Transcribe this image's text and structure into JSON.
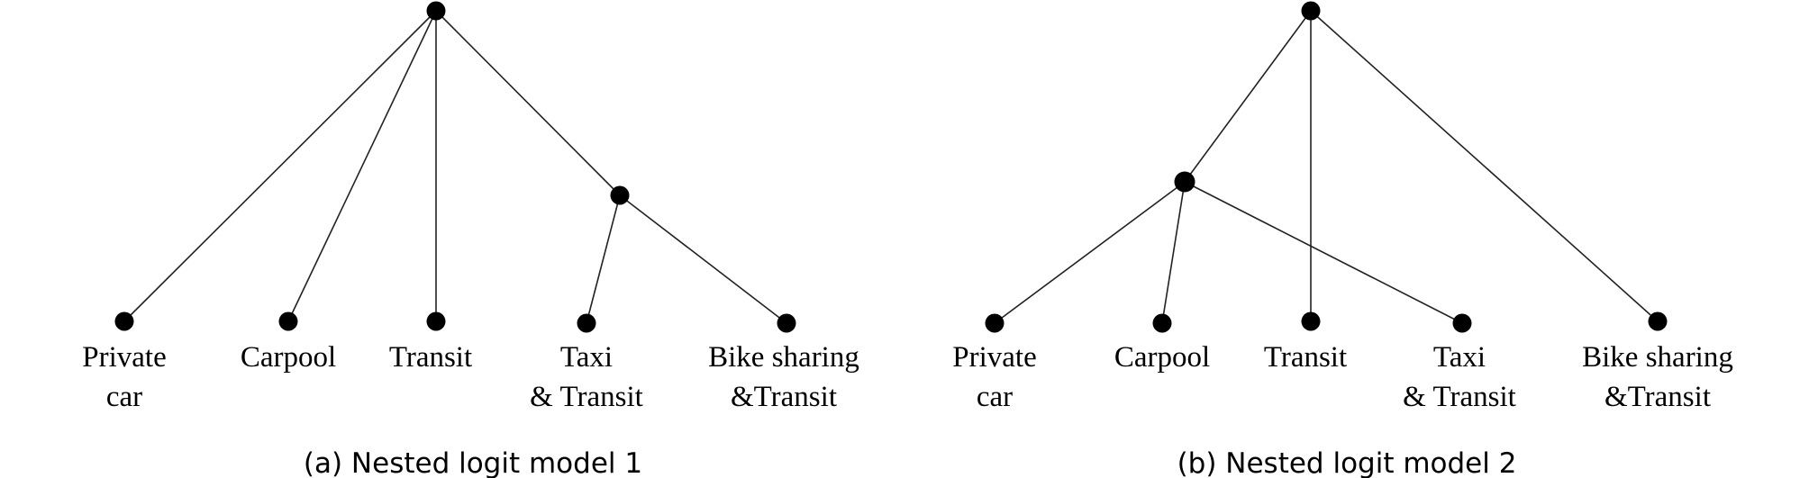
{
  "diagrams": [
    {
      "caption": "(a) Nested logit model 1",
      "leaves": [
        {
          "line1": "Private",
          "line2": "car"
        },
        {
          "line1": "Carpool",
          "line2": ""
        },
        {
          "line1": "Transit",
          "line2": ""
        },
        {
          "line1": "Taxi",
          "line2": "& Transit"
        },
        {
          "line1": "Bike sharing",
          "line2": "&Transit"
        }
      ],
      "nests": [
        [
          "Taxi & Transit",
          "Bike sharing &Transit"
        ]
      ]
    },
    {
      "caption": "(b) Nested logit model 2",
      "leaves": [
        {
          "line1": "Private",
          "line2": "car"
        },
        {
          "line1": "Carpool",
          "line2": ""
        },
        {
          "line1": "Transit",
          "line2": ""
        },
        {
          "line1": "Taxi",
          "line2": "& Transit"
        },
        {
          "line1": "Bike sharing",
          "line2": "&Transit"
        }
      ],
      "nests": [
        [
          "Private car",
          "Carpool",
          "Taxi & Transit"
        ]
      ]
    }
  ]
}
